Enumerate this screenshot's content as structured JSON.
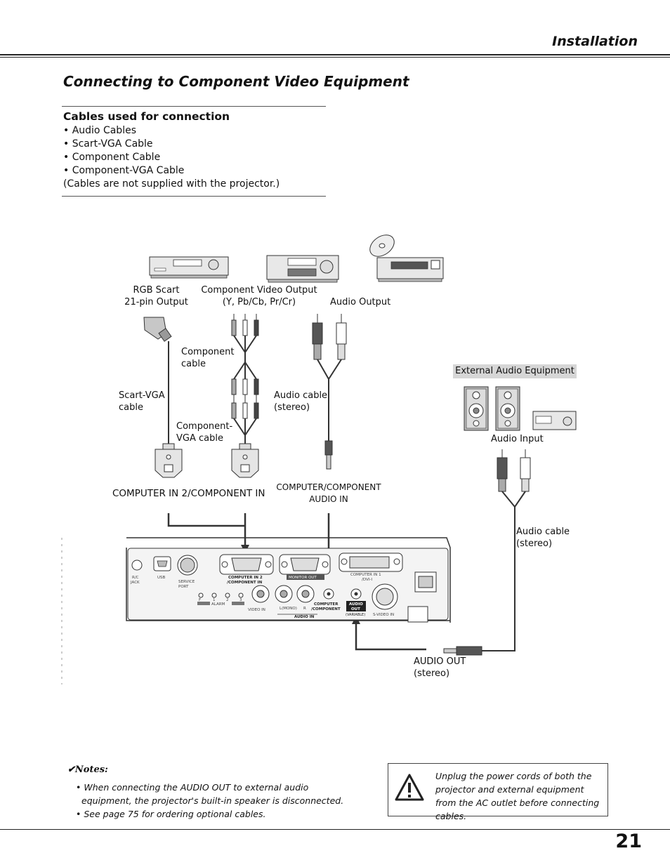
{
  "header": {
    "section": "Installation"
  },
  "title": "Connecting to Component Video Equipment",
  "cables": {
    "heading": "Cables used for connection",
    "items": [
      "• Audio Cables",
      "• Scart-VGA Cable",
      "• Component Cable",
      "• Component-VGA Cable"
    ],
    "note": "(Cables are not supplied with the projector.)"
  },
  "diagram": {
    "rgb_scart": "RGB Scart\n21-pin Output",
    "component_video_output": "Component Video Output\n(Y, Pb/Cb, Pr/Cr)",
    "audio_output": "Audio Output",
    "component_cable": "Component\ncable",
    "scart_vga_cable": "Scart-VGA\ncable",
    "audio_cable_stereo": "Audio cable\n(stereo)",
    "component_vga_cable": "Component-\nVGA cable",
    "computer_in2": "COMPUTER IN 2/COMPONENT IN",
    "computer_component_audio_in": "COMPUTER/COMPONENT\nAUDIO IN",
    "external_audio_equipment": "External Audio Equipment",
    "audio_input": "Audio Input",
    "audio_cable_stereo_right": "Audio cable\n(stereo)",
    "audio_out": "AUDIO OUT\n(stereo)",
    "panel": {
      "rc_jack": "R/C\nJACK",
      "usb": "USB",
      "service_port": "SERVICE\nPORT",
      "computer_in2": "COMPUTER IN 2\n/COMPONENT IN",
      "monitor_out": "MONITOR OUT",
      "computer_in1": "COMPUTER IN 1\n/DVI-I",
      "alarm": "ALARM",
      "alarm_f": "F",
      "alarm_1": "1",
      "alarm_2": "2",
      "alarm_3": "3",
      "video_in": "VIDEO IN",
      "l_mono": "L(MONO)",
      "r": "R",
      "computer_component": "COMPUTER\n/COMPONENT",
      "audio_out": "AUDIO\nOUT",
      "variable": "(VARIABLE)",
      "audio_in": "AUDIO IN",
      "s_video_in": "S-VIDEO IN"
    }
  },
  "notes": {
    "heading": "✔Notes:",
    "items": [
      "• When connecting the AUDIO OUT to external audio equipment, the projector's built-in speaker is disconnected.",
      "• See page 75 for ordering optional cables."
    ]
  },
  "warning": "Unplug the power cords of both the projector and external equipment from the AC outlet before connecting cables.",
  "page_number": "21"
}
